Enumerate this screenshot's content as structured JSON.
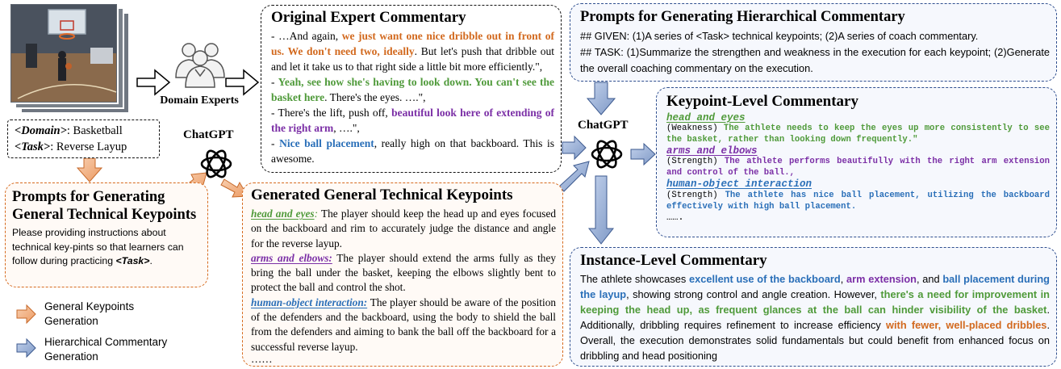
{
  "domain_box": {
    "domain_key": "<Domain>",
    "domain_val": ": Basketball",
    "task_key": "<Task>",
    "task_val": ": Reverse Layup"
  },
  "domain_experts_label": "Domain Experts",
  "chatgpt_label_left": "ChatGPT",
  "chatgpt_label_right": "ChatGPT",
  "expert_commentary": {
    "title": "Original Expert Commentary",
    "p1_a": "- …And again, ",
    "p1_b": "we just want one nice dribble out in front of us. We don't need two, ideally",
    "p1_c": ". But let's push that dribble out and let it take us to that right side a little bit more efficiently.\",",
    "p2_a": "- ",
    "p2_b": "Yeah, see how she's having to look down. You can't see the basket here",
    "p2_c": ". There's the eyes. ….\",",
    "p3_a": "- There's the lift, push off, ",
    "p3_b": "beautiful look here of extending of the right arm",
    "p3_c": ", ….\",",
    "p4_a": "- ",
    "p4_b": "Nice ball placement",
    "p4_c": ", really high on that backboard. This is awesome."
  },
  "prompt_keypoints": {
    "title1": "Prompts for Generating",
    "title2": "General Technical Keypoints",
    "body_a": "Please providing instructions about technical key-pints so that learners can follow during practicing ",
    "body_b": "<Task>",
    "body_c": "."
  },
  "legend": {
    "item1_l1": "General Keypoints",
    "item1_l2": "Generation",
    "item2_l1": "Hierarchical Commentary",
    "item2_l2": "Generation"
  },
  "general_keypoints": {
    "title": "Generated General Technical Keypoints",
    "k1_label": "head and eyes",
    "k1_colon": ":",
    "k1_text": " The player should keep the head up and eyes focused on the backboard and rim to accurately judge the distance and angle for the reverse layup.",
    "k2_label": "arms and elbows:",
    "k2_text": " The player should extend the arms fully as they bring the ball under the basket, keeping the elbows slightly bent to protect the ball and control the shot.",
    "k3_label": "human-object interaction:",
    "k3_text": " The player should be aware of the position of the defenders and the backboard, using the body to shield the ball from the defenders and aiming to bank the ball off the backboard for a successful reverse layup.",
    "ellipsis": "……"
  },
  "prompt_hierarchical": {
    "title": "Prompts for Generating Hierarchical Commentary",
    "line1": "## GIVEN: (1)A series of <Task> technical keypoints; (2)A series of coach commentary.",
    "line2": "## TASK: (1)Summarize the strengthen and weakness in the execution for each keypoint; (2)Generate the overall coaching commentary on the execution."
  },
  "keypoint_level": {
    "title": "Keypoint-Level Commentary",
    "k1_label": "head and eyes",
    "k1_type": "(Weakness) ",
    "k1_text": "The athlete needs to keep the eyes up more consistently to see the basket, rather than looking down frequently.\"",
    "k2_label": "arms and elbows",
    "k2_type": "(Strength) ",
    "k2_text": "The athlete performs beautifully with the right arm extension and control of the ball.,",
    "k3_label": "human-object interaction",
    "k3_type": "(Strength) ",
    "k3_text": "The athlete has nice ball placement, utilizing the backboard effectively with high ball placement.",
    "ellipsis": "……."
  },
  "instance_level": {
    "title": "Instance-Level Commentary",
    "t1": "The athlete showcases ",
    "b1": "excellent use of the backboard",
    "t2": ", ",
    "b2": "arm extension",
    "t3": ", and ",
    "b3": "ball placement during the layup",
    "t4": ", showing strong control and angle creation. However, ",
    "b4": "there's a need for improvement in keeping the head up, as frequent glances at the ball can hinder visibility of the basket",
    "t5": ". Additionally, dribbling requires refinement to increase efficiency ",
    "b5": "with fewer, well-placed dribbles",
    "t6": ". Overall, the execution demonstrates solid fundamentals but could benefit from enhanced focus on dribbling and head positioning"
  },
  "colors": {
    "orange": "#d2691e",
    "green": "#4f9a3a",
    "purple": "#7b2fa6",
    "blue": "#2a6fb8",
    "orange_arrow": "#f2b48a",
    "blue_arrow": "#9db3d8"
  }
}
